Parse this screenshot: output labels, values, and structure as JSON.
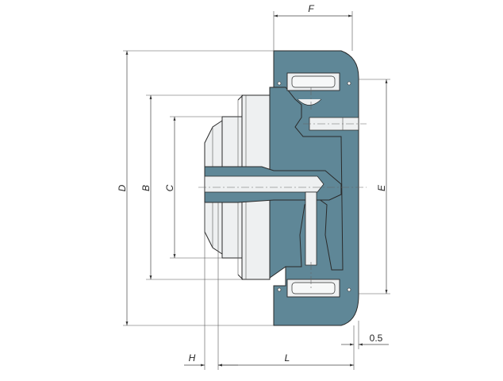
{
  "colors": {
    "section_fill": "#5f8797",
    "section_stroke": "#2e4f5c",
    "metal_fill": "#eef0f1",
    "background": "#ffffff"
  },
  "dimensions": {
    "F": "F",
    "D": "D",
    "B": "B",
    "C": "C",
    "E": "E",
    "H": "H",
    "L": "L",
    "gap": "0.5"
  }
}
